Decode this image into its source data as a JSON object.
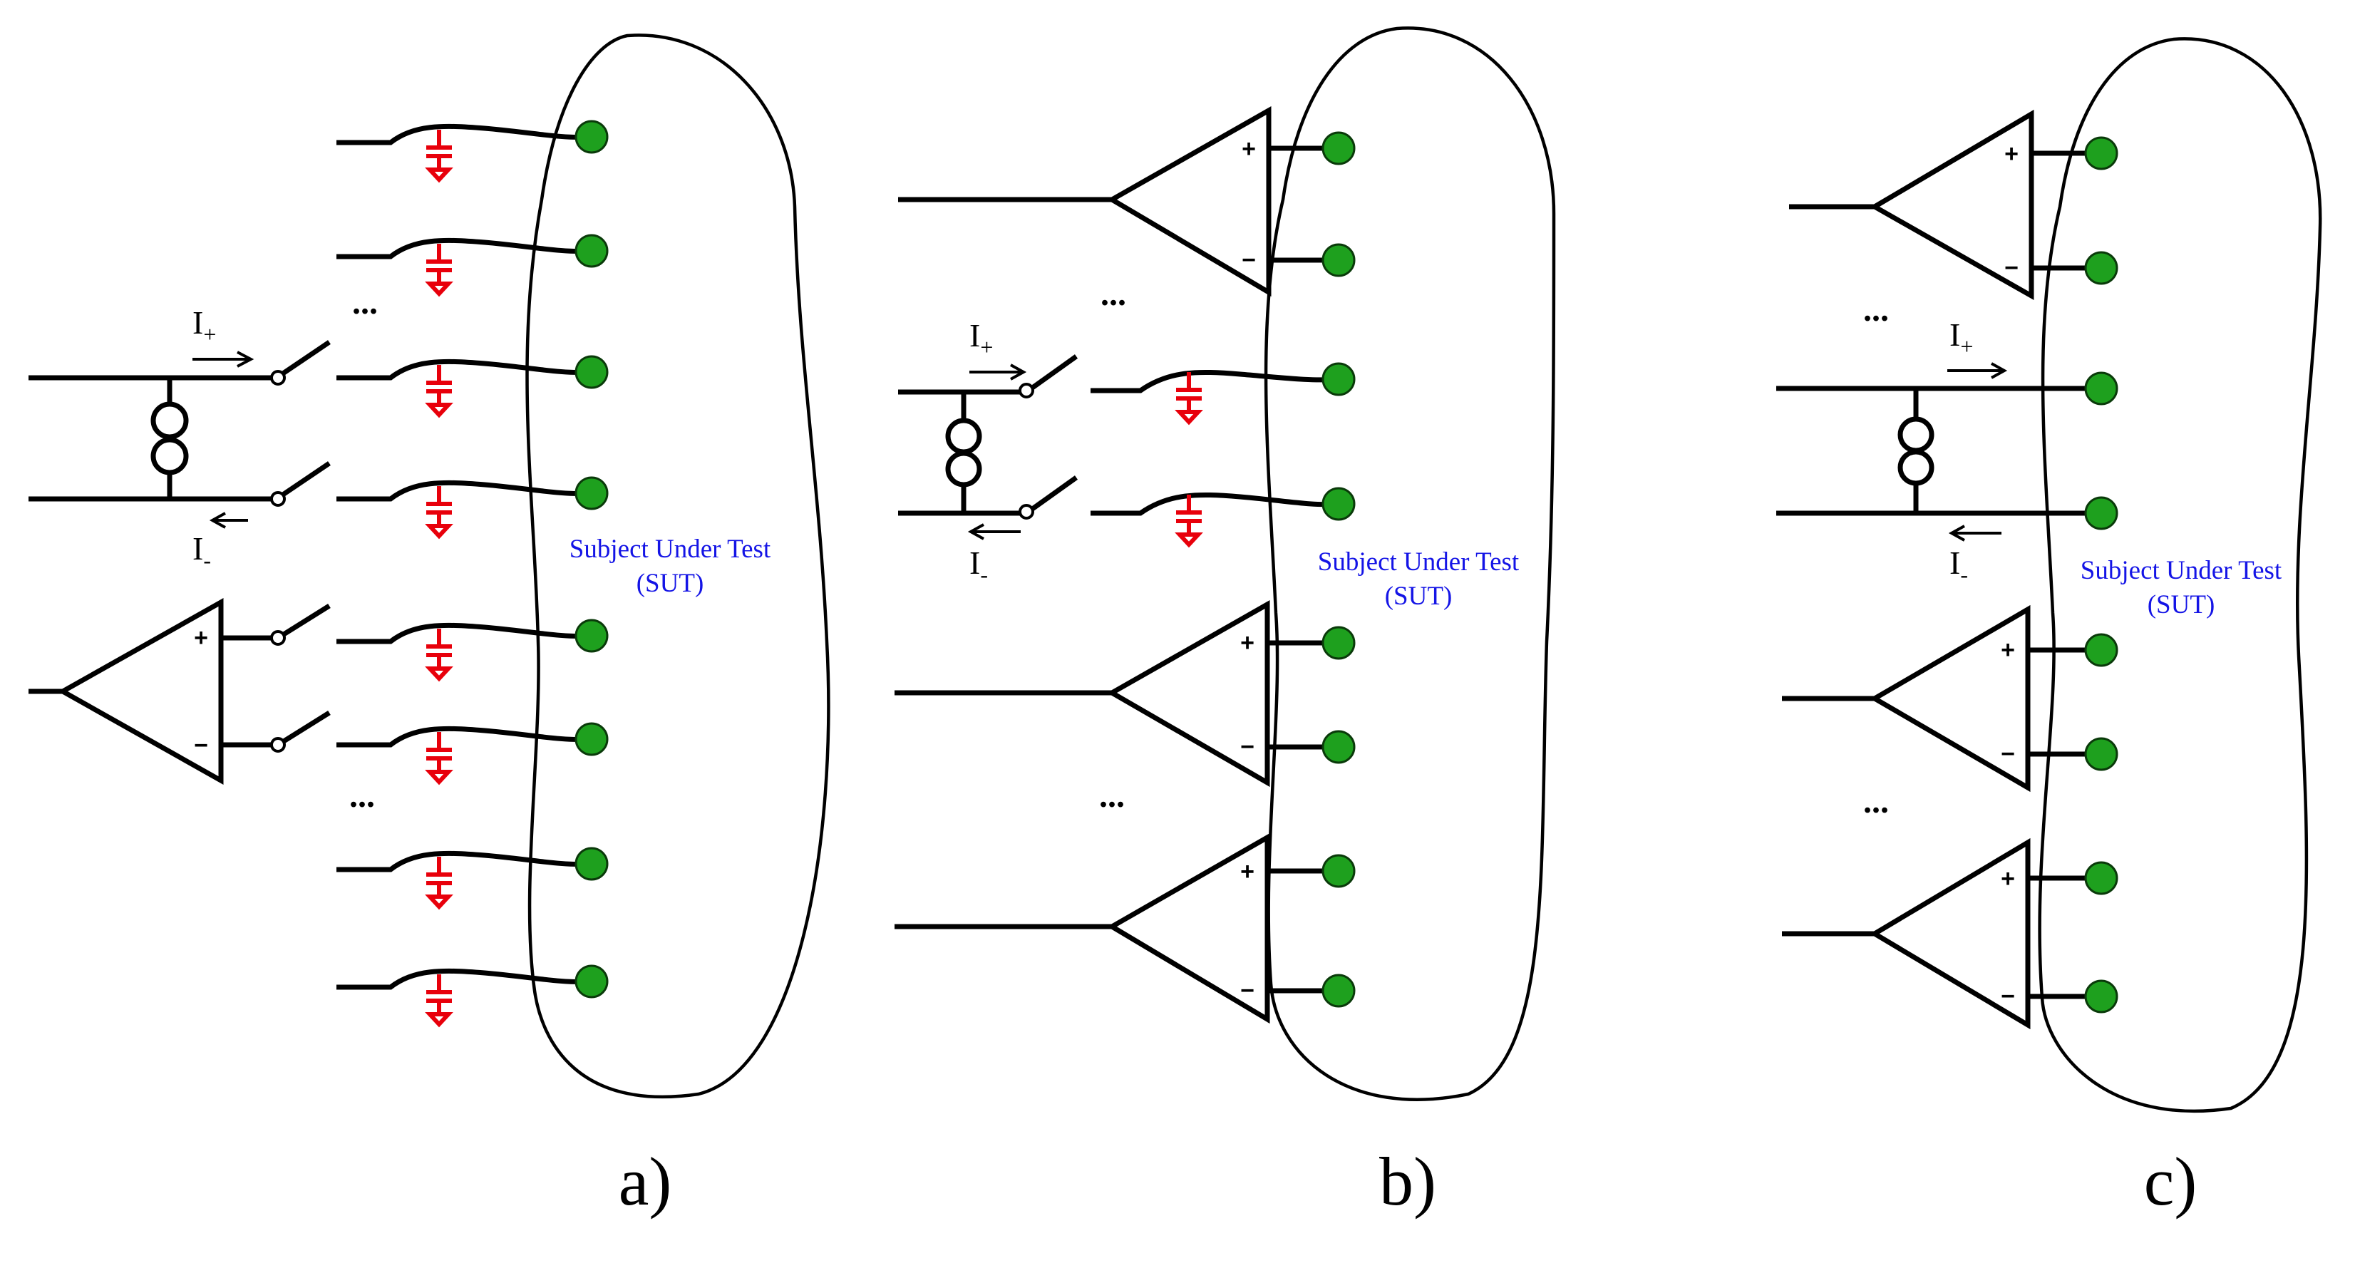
{
  "panels": [
    {
      "label": "a)",
      "sut_line1": "Subject Under Test",
      "sut_line2": "(SUT)"
    },
    {
      "label": "b)",
      "sut_line1": "Subject Under Test",
      "sut_line2": "(SUT)"
    },
    {
      "label": "c)",
      "sut_line1": "Subject Under Test",
      "sut_line2": "(SUT)"
    }
  ],
  "current_plus": {
    "base": "I",
    "sub": "+"
  },
  "current_minus": {
    "base": "I",
    "sub": "-"
  },
  "ellipsis": "...",
  "amp_plus": "+",
  "amp_minus": "−",
  "colors": {
    "electrode": "#1ea01e",
    "sut_text": "#1414e6",
    "capacitor": "#e8000b",
    "wire": "#000000"
  }
}
